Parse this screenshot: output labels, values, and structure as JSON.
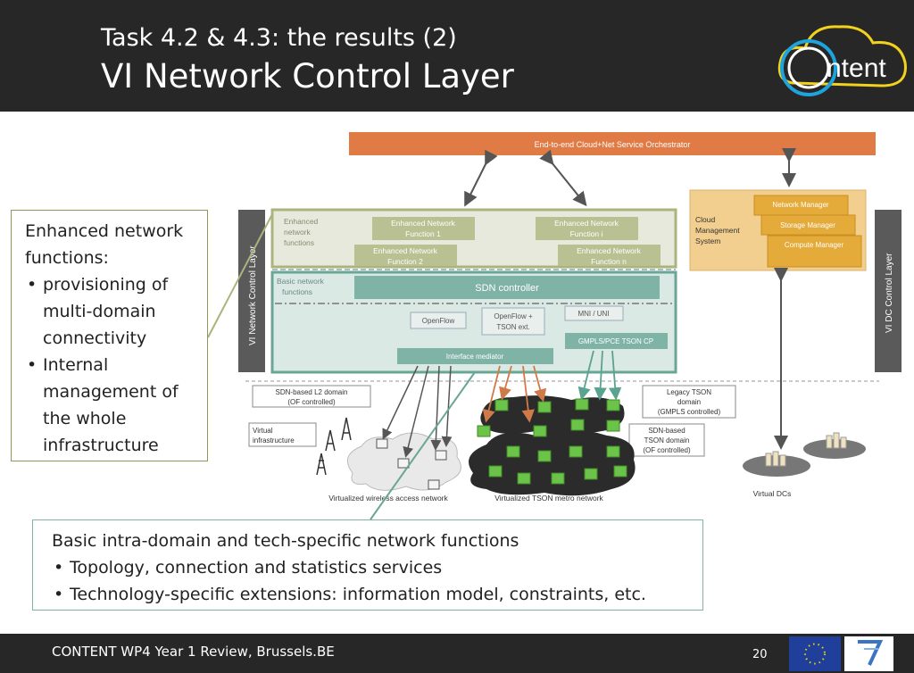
{
  "slide": {
    "title_line1": "Task 4.2 & 4.3: the results (2)",
    "title_line2": "VI Network Control Layer",
    "logo_text": "ntent",
    "footer_text": "CONTENT WP4 Year 1 Review, Brussels.BE",
    "page_number": "20"
  },
  "callout_left": {
    "heading_line1": "Enhanced network",
    "heading_line2": "functions:",
    "bullets": [
      "provisioning of multi-domain connectivity",
      "Internal management of the whole infrastructure"
    ]
  },
  "callout_bottom": {
    "heading": "Basic intra-domain and tech-specific network functions",
    "bullets": [
      "Topology, connection and statistics services",
      "Technology-specific extensions: information model, constraints, etc."
    ]
  },
  "diagram": {
    "orchestrator": "End-to-end Cloud+Net Service Orchestrator",
    "vi_network_layer": "VI Network Control Layer",
    "vi_dc_layer": "VI DC Control Layer",
    "enhanced_label": [
      "Enhanced",
      "network",
      "functions"
    ],
    "enf1": [
      "Enhanced Network",
      "Function 1"
    ],
    "enf_i": [
      "Enhanced Network",
      "Function i"
    ],
    "enf2": [
      "Enhanced Network",
      "Function 2"
    ],
    "enf_n": [
      "Enhanced Network",
      "Function n"
    ],
    "basic_label": [
      "Basic network",
      "functions"
    ],
    "sdn_controller": "SDN controller",
    "openflow": "OpenFlow",
    "openflow_tson": [
      "OpenFlow +",
      "TSON ext."
    ],
    "mni_uni": "MNI / UNI",
    "gmpls": "GMPLS/PCE TSON CP",
    "interface_mediator": "Interface mediator",
    "cloud_mgmt": [
      "Cloud",
      "Management",
      "System"
    ],
    "network_manager": "Network Manager",
    "storage_manager": "Storage Manager",
    "compute_manager": "Compute Manager",
    "sdn_l2": [
      "SDN-based L2 domain",
      "(OF controlled)"
    ],
    "legacy_tson": [
      "Legacy TSON",
      "domain",
      "(GMPLS controlled)"
    ],
    "sdn_tson": [
      "SDN-based",
      "TSON domain",
      "(OF controlled)"
    ],
    "virtual_infra": [
      "Virtual",
      "infrastructure"
    ],
    "wireless_net": "Virtualized wireless access network",
    "tson_metro": "Virtualized TSON metro network",
    "virtual_dcs": "Virtual DCs"
  },
  "colors": {
    "orchestrator": "#e07b45",
    "dark_bar": "#5a5a5a",
    "mgmt_box": "#f3cf8f",
    "manager_box": "#e4aa3a",
    "teal_box": "#6aa695",
    "enhanced_box": "#a9b57d",
    "switch_green": "#6cc34a"
  }
}
